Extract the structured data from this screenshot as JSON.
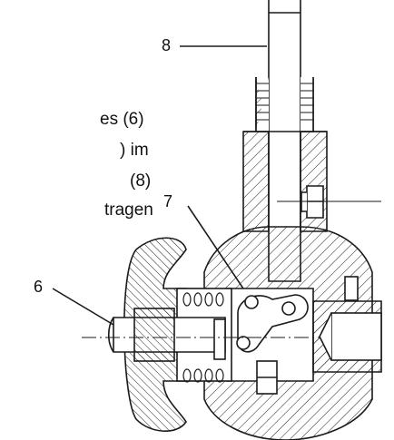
{
  "text_fragments": [
    "es (6)",
    ") im",
    "(8)",
    "tragen"
  ],
  "callouts": {
    "label_8": "8",
    "label_7": "7",
    "label_6": "6"
  },
  "colors": {
    "line": "#1a1a1a",
    "background": "#ffffff"
  }
}
